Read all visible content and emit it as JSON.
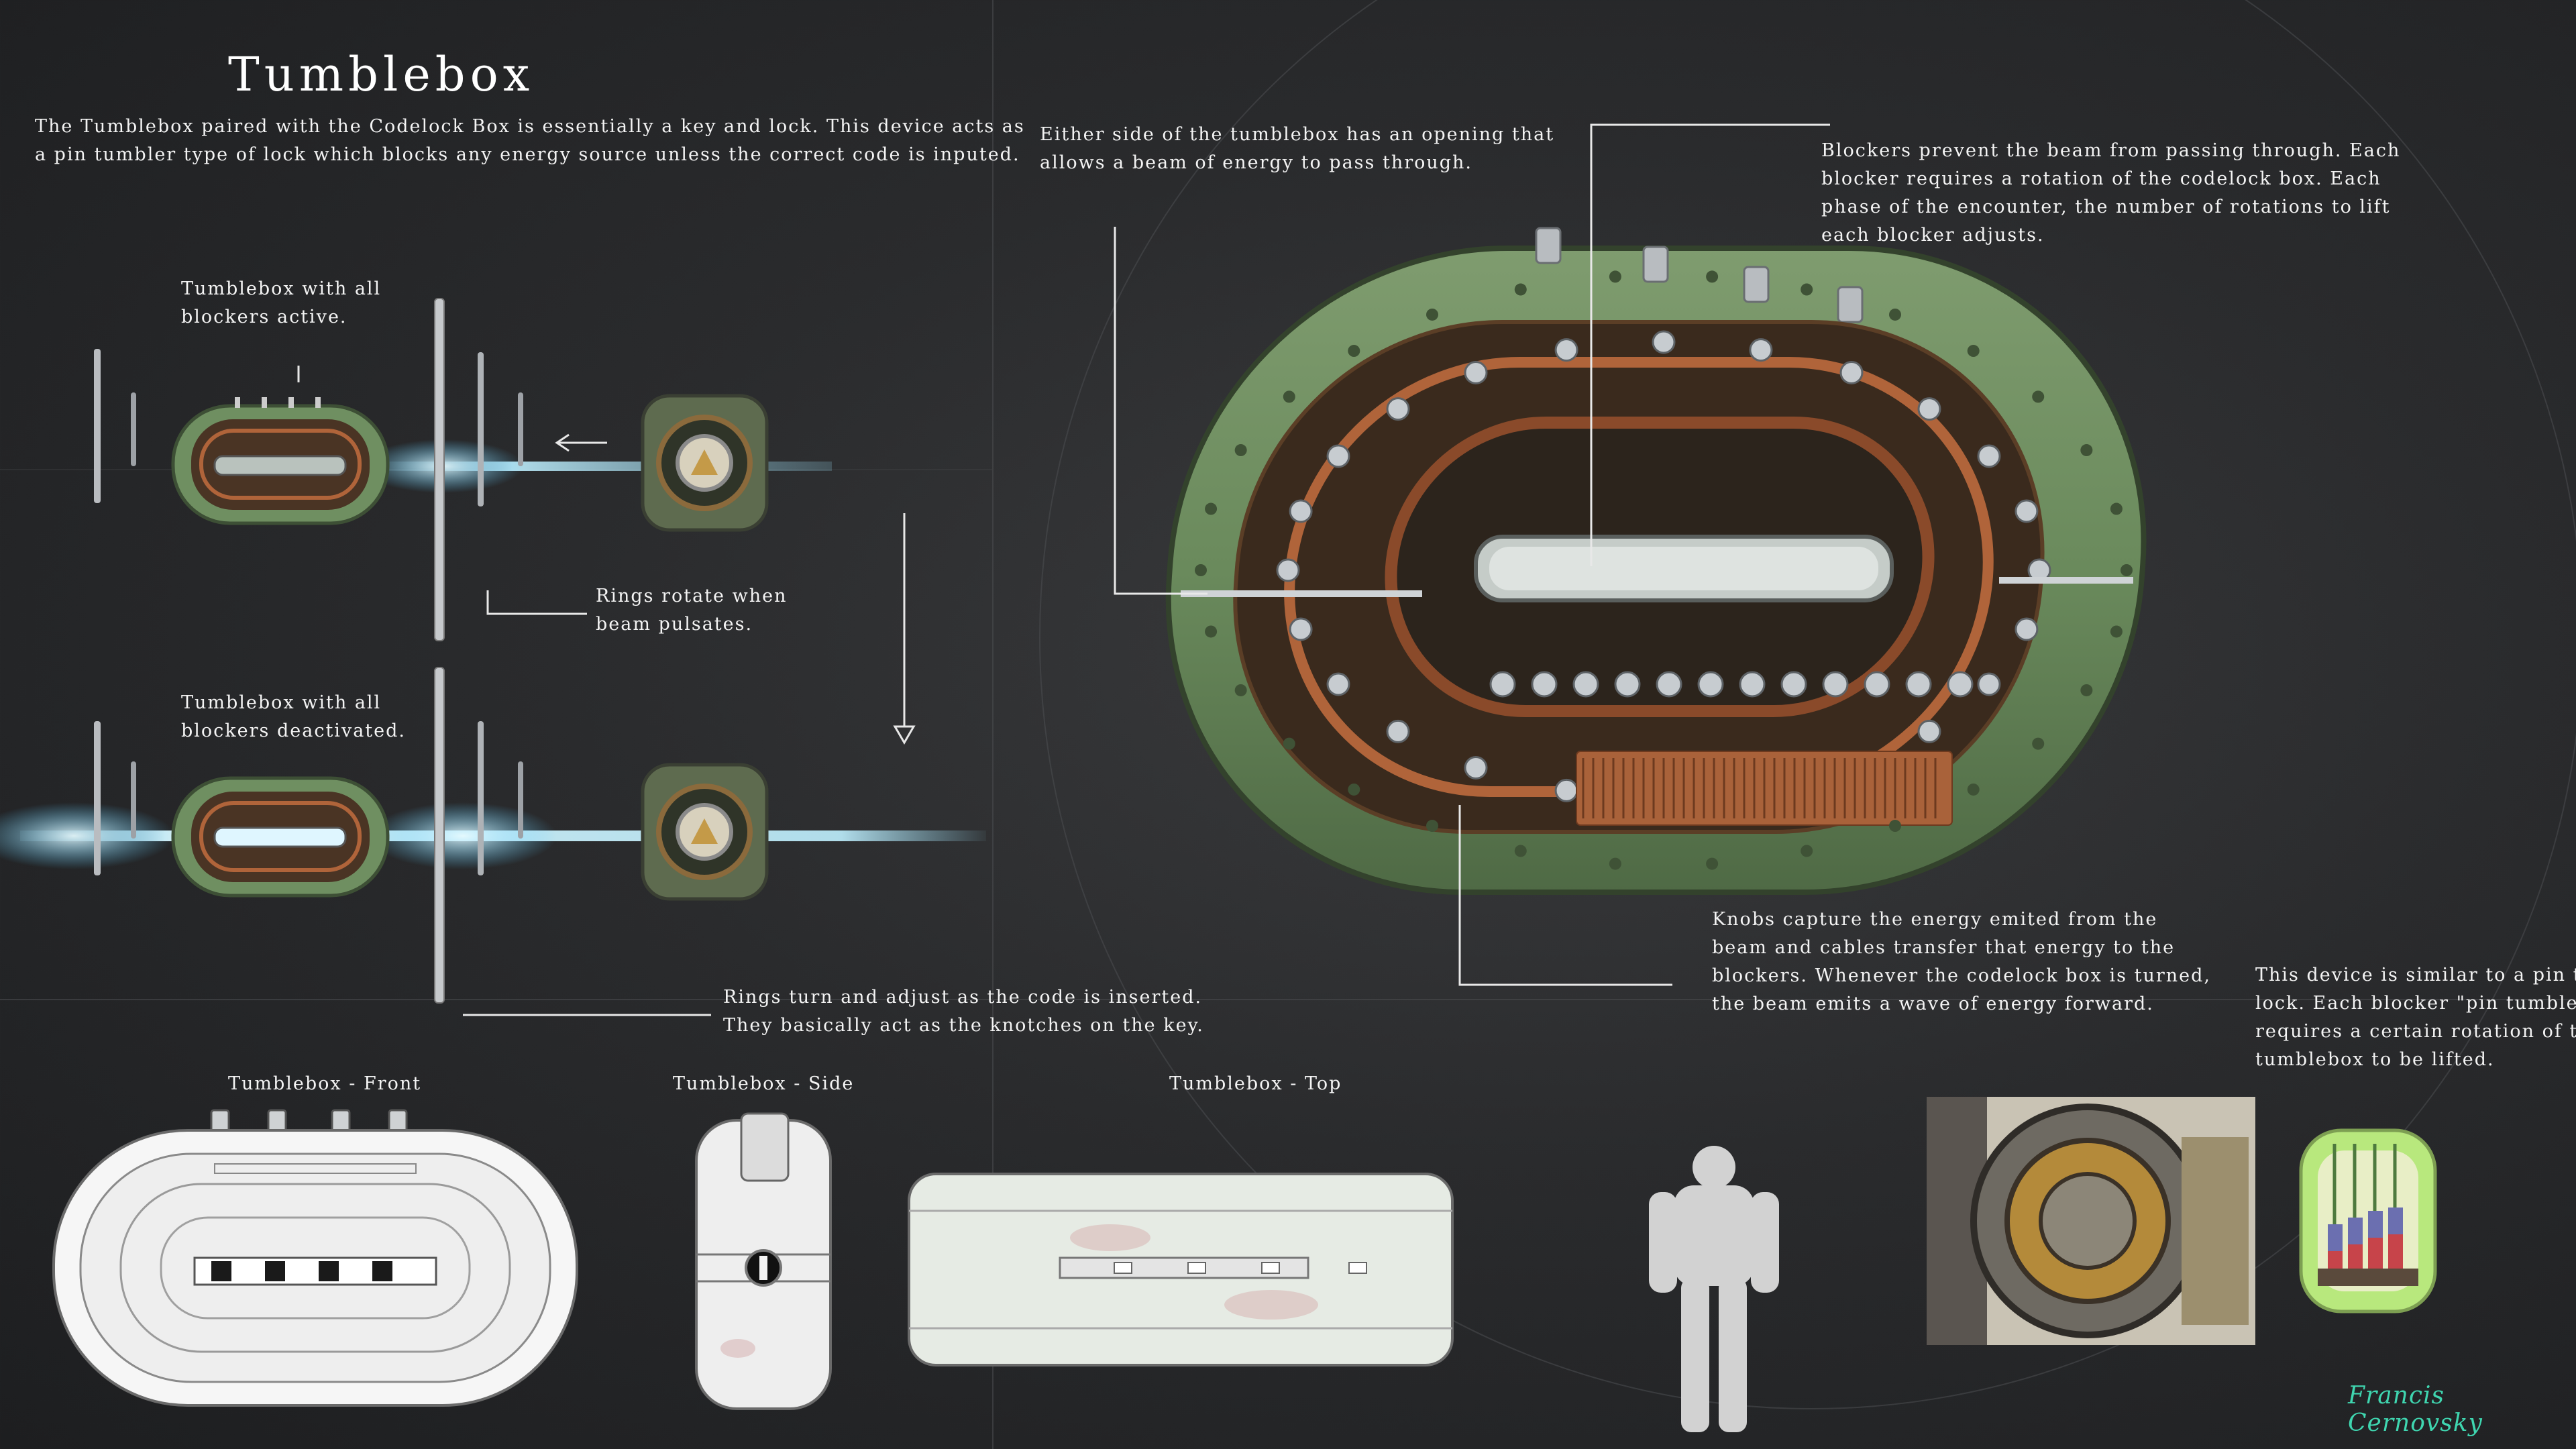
{
  "title": "Tumblebox",
  "intro": {
    "line1": "The Tumblebox paired with the Codelock Box is essentially a key and lock. This device acts as",
    "line2": "a pin tumbler type of lock which blocks any energy source unless the correct code is inputed."
  },
  "labels": {
    "active_1": "Tumblebox with all",
    "active_2": "blockers active.",
    "rings_1": "Rings rotate when",
    "rings_2": "beam pulsates.",
    "deact_1": "Tumblebox with all",
    "deact_2": "blockers deactivated.",
    "turn_1": "Rings turn and adjust as the code is inserted.",
    "turn_2": "They basically act as the knotches on the key.",
    "either_1": "Either side of the tumblebox has an opening that",
    "either_2": "allows a beam of energy to pass through.",
    "blockers_1": "Blockers prevent the beam from passing through. Each",
    "blockers_2": "blocker requires a rotation of the codelock box. Each",
    "blockers_3": "phase of the encounter, the number of rotations to lift",
    "blockers_4": "each blocker adjusts.",
    "knobs_1": "Knobs capture the energy emited from the",
    "knobs_2": "beam and cables transfer that energy to the",
    "knobs_3": "blockers. Whenever the codelock box is turned,",
    "knobs_4": "the beam emits a wave of energy forward.",
    "similar_1": "This device is similar to a pin tum",
    "similar_2": "lock. Each blocker \"pin tumbler\"",
    "similar_3": "requires a certain rotation of the",
    "similar_4": "tumblebox to be lifted."
  },
  "views": {
    "front": "Tumblebox - Front",
    "side": "Tumblebox - Side",
    "top": "Tumblebox - Top"
  },
  "signature": "Francis Cernovsky",
  "colors": {
    "background": "#2a2b2d",
    "shell_green": "#6f8f61",
    "rust": "#8a4a2a",
    "copper": "#b0643a",
    "beam": "#9fe6ff",
    "signature": "#3fd6b0"
  }
}
